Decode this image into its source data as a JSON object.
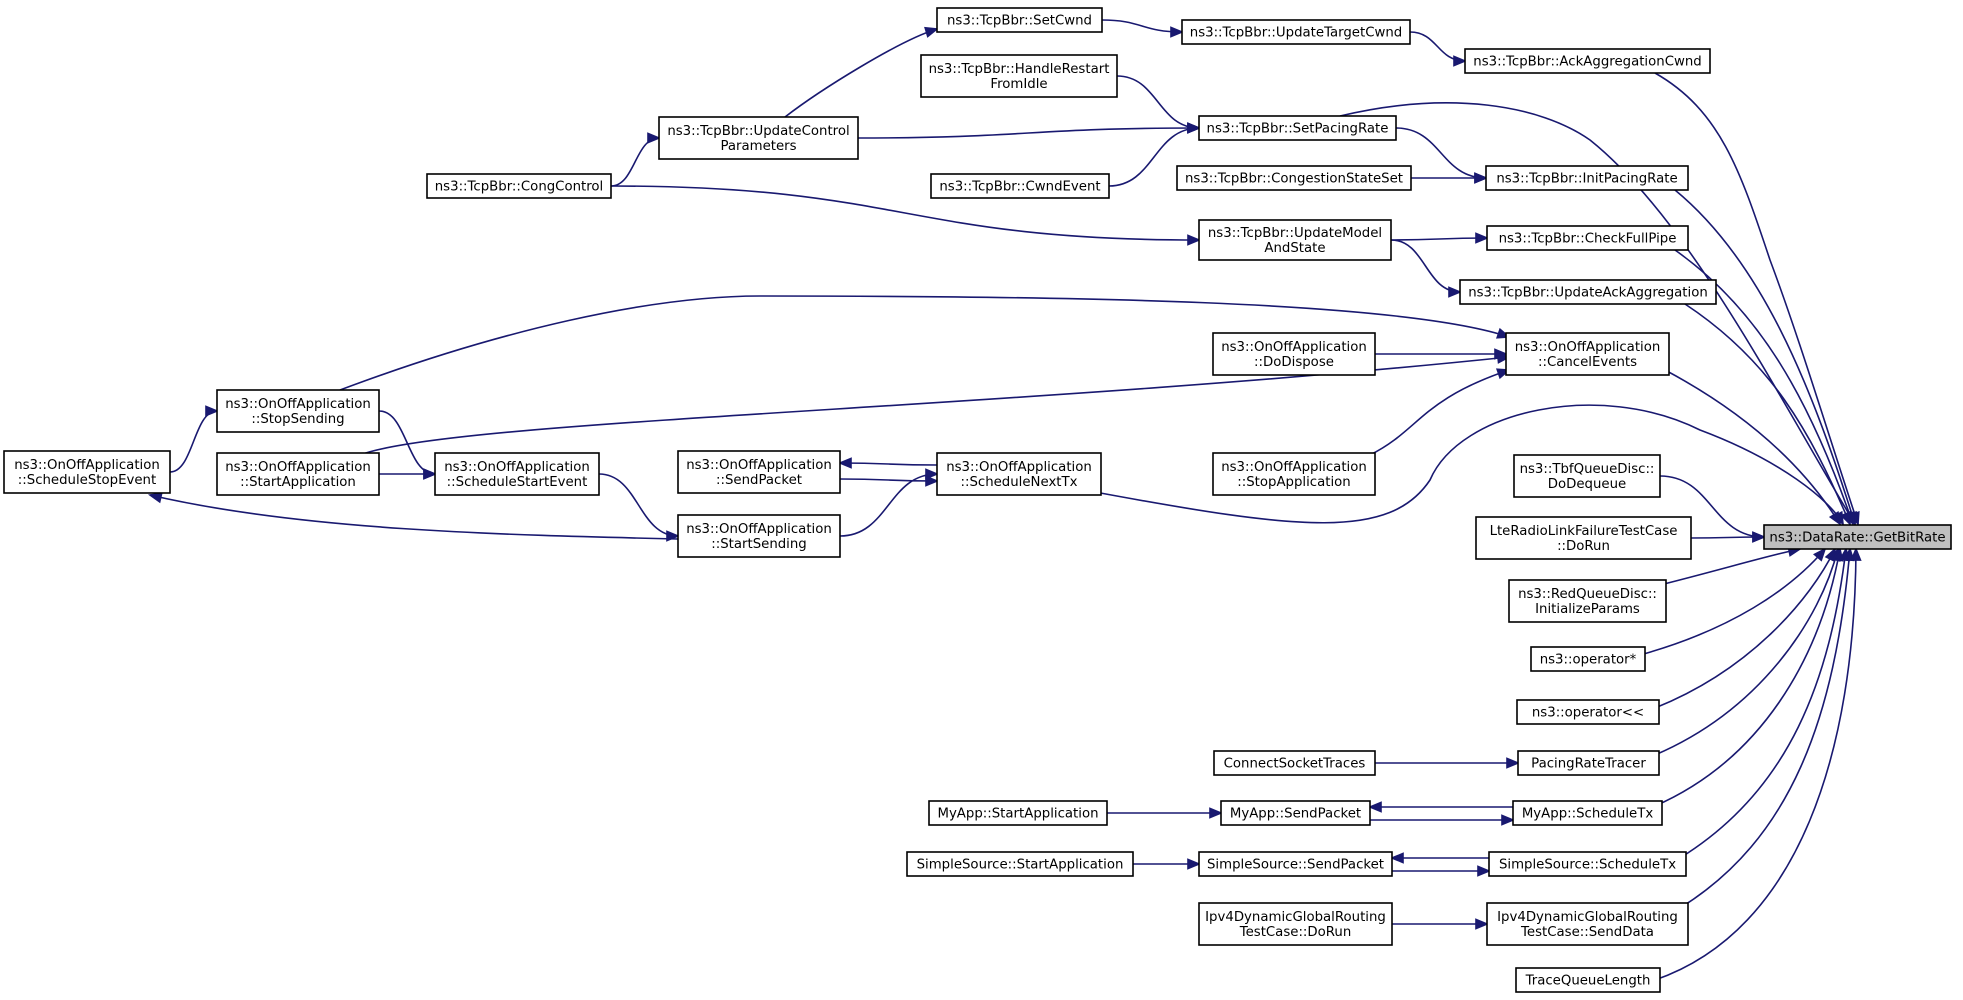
{
  "nodes": {
    "getbitrate": [
      "ns3::DataRate::GetBitRate"
    ],
    "setcwnd": [
      "ns3::TcpBbr::SetCwnd"
    ],
    "updatetargetcwnd": [
      "ns3::TcpBbr::UpdateTargetCwnd"
    ],
    "ackaggregationcwnd": [
      "ns3::TcpBbr::AckAggregationCwnd"
    ],
    "handlerestart": [
      "ns3::TcpBbr::HandleRestart",
      "FromIdle"
    ],
    "updatecontrol": [
      "ns3::TcpBbr::UpdateControl",
      "Parameters"
    ],
    "setpacingrate": [
      "ns3::TcpBbr::SetPacingRate"
    ],
    "congcontrol": [
      "ns3::TcpBbr::CongControl"
    ],
    "cwndevent": [
      "ns3::TcpBbr::CwndEvent"
    ],
    "congestionstateset": [
      "ns3::TcpBbr::CongestionStateSet"
    ],
    "initpacingrate": [
      "ns3::TcpBbr::InitPacingRate"
    ],
    "updatemodel": [
      "ns3::TcpBbr::UpdateModel",
      "AndState"
    ],
    "checkfullpipe": [
      "ns3::TcpBbr::CheckFullPipe"
    ],
    "updateackagg": [
      "ns3::TcpBbr::UpdateAckAggregation"
    ],
    "ondispose": [
      "ns3::OnOffApplication",
      "::DoDispose"
    ],
    "cancelevents": [
      "ns3::OnOffApplication",
      "::CancelEvents"
    ],
    "stopsending": [
      "ns3::OnOffApplication",
      "::StopSending"
    ],
    "schedulestopevent": [
      "ns3::OnOffApplication",
      "::ScheduleStopEvent"
    ],
    "onstartapp": [
      "ns3::OnOffApplication",
      "::StartApplication"
    ],
    "schedulestartevent": [
      "ns3::OnOffApplication",
      "::ScheduleStartEvent"
    ],
    "onsendpacket": [
      "ns3::OnOffApplication",
      "::SendPacket"
    ],
    "schedulenexttx": [
      "ns3::OnOffApplication",
      "::ScheduleNextTx"
    ],
    "stopapplication": [
      "ns3::OnOffApplication",
      "::StopApplication"
    ],
    "startsending": [
      "ns3::OnOffApplication",
      "::StartSending"
    ],
    "tbfdequeue": [
      "ns3::TbfQueueDisc::",
      "DoDequeue"
    ],
    "ltedorun": [
      "LteRadioLinkFailureTestCase",
      "::DoRun"
    ],
    "redinit": [
      "ns3::RedQueueDisc::",
      "InitializeParams"
    ],
    "opmul": [
      "ns3::operator*"
    ],
    "opshl": [
      "ns3::operator<<"
    ],
    "connectsocket": [
      "ConnectSocketTraces"
    ],
    "pacingtracer": [
      "PacingRateTracer"
    ],
    "myappstart": [
      "MyApp::StartApplication"
    ],
    "myappsend": [
      "MyApp::SendPacket"
    ],
    "myappschedule": [
      "MyApp::ScheduleTx"
    ],
    "simplestart": [
      "SimpleSource::StartApplication"
    ],
    "simplesend": [
      "SimpleSource::SendPacket"
    ],
    "simpleschedule": [
      "SimpleSource::ScheduleTx"
    ],
    "ipv4dorun": [
      "Ipv4DynamicGlobalRouting",
      "TestCase::DoRun"
    ],
    "ipv4senddata": [
      "Ipv4DynamicGlobalRouting",
      "TestCase::SendData"
    ],
    "tracequeue": [
      "TraceQueueLength"
    ]
  },
  "edges": [
    [
      "congcontrol",
      "updatecontrol"
    ],
    [
      "congcontrol",
      "updatemodel"
    ],
    [
      "updatecontrol",
      "setcwnd"
    ],
    [
      "updatecontrol",
      "setpacingrate"
    ],
    [
      "setcwnd",
      "updatetargetcwnd"
    ],
    [
      "updatetargetcwnd",
      "ackaggregationcwnd"
    ],
    [
      "ackaggregationcwnd",
      "getbitrate"
    ],
    [
      "handlerestart",
      "setpacingrate"
    ],
    [
      "cwndevent",
      "setpacingrate"
    ],
    [
      "setpacingrate",
      "getbitrate"
    ],
    [
      "setpacingrate",
      "initpacingrate"
    ],
    [
      "congestionstateset",
      "initpacingrate"
    ],
    [
      "initpacingrate",
      "getbitrate"
    ],
    [
      "updatemodel",
      "checkfullpipe"
    ],
    [
      "updatemodel",
      "updateackagg"
    ],
    [
      "checkfullpipe",
      "getbitrate"
    ],
    [
      "updateackagg",
      "getbitrate"
    ],
    [
      "ondispose",
      "cancelevents"
    ],
    [
      "stopsending",
      "cancelevents"
    ],
    [
      "onstartapp",
      "cancelevents"
    ],
    [
      "stopapplication",
      "cancelevents"
    ],
    [
      "cancelevents",
      "getbitrate"
    ],
    [
      "schedulestopevent",
      "stopsending"
    ],
    [
      "stopsending",
      "schedulestartevent"
    ],
    [
      "onstartapp",
      "schedulestartevent"
    ],
    [
      "schedulestartevent",
      "startsending"
    ],
    [
      "startsending",
      "schedulestopevent"
    ],
    [
      "startsending",
      "schedulenexttx"
    ],
    [
      "schedulenexttx",
      "onsendpacket"
    ],
    [
      "onsendpacket",
      "schedulenexttx"
    ],
    [
      "schedulenexttx",
      "getbitrate"
    ],
    [
      "tbfdequeue",
      "getbitrate"
    ],
    [
      "ltedorun",
      "getbitrate"
    ],
    [
      "redinit",
      "getbitrate"
    ],
    [
      "opmul",
      "getbitrate"
    ],
    [
      "opshl",
      "getbitrate"
    ],
    [
      "connectsocket",
      "pacingtracer"
    ],
    [
      "pacingtracer",
      "getbitrate"
    ],
    [
      "myappstart",
      "myappsend"
    ],
    [
      "myappsend",
      "myappschedule"
    ],
    [
      "myappschedule",
      "myappsend"
    ],
    [
      "myappschedule",
      "getbitrate"
    ],
    [
      "simplestart",
      "simplesend"
    ],
    [
      "simplesend",
      "simpleschedule"
    ],
    [
      "simpleschedule",
      "simplesend"
    ],
    [
      "simpleschedule",
      "getbitrate"
    ],
    [
      "ipv4dorun",
      "ipv4senddata"
    ],
    [
      "ipv4senddata",
      "getbitrate"
    ],
    [
      "tracequeue",
      "getbitrate"
    ]
  ]
}
